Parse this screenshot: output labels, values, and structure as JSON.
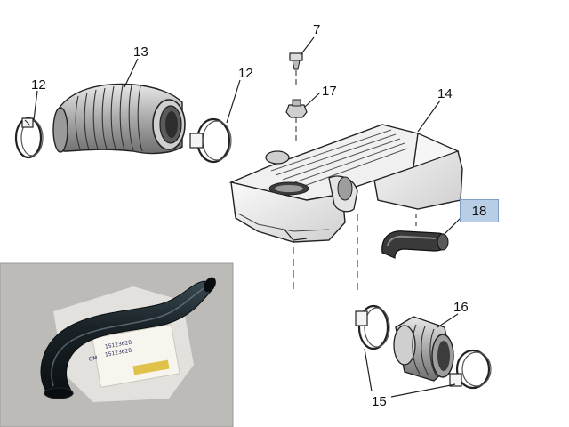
{
  "callouts": {
    "c7": "7",
    "c13": "13",
    "c12_left": "12",
    "c12_right": "12",
    "c17": "17",
    "c14": "14",
    "c18": "18",
    "c16": "16",
    "c15": "15"
  },
  "photo": {
    "label_line1": "15123628",
    "label_line2": "15123628",
    "tag_text": "GM"
  },
  "colors": {
    "highlight": "#b8cde6",
    "line": "#222222",
    "photo_bg": "#bdbbb8"
  }
}
